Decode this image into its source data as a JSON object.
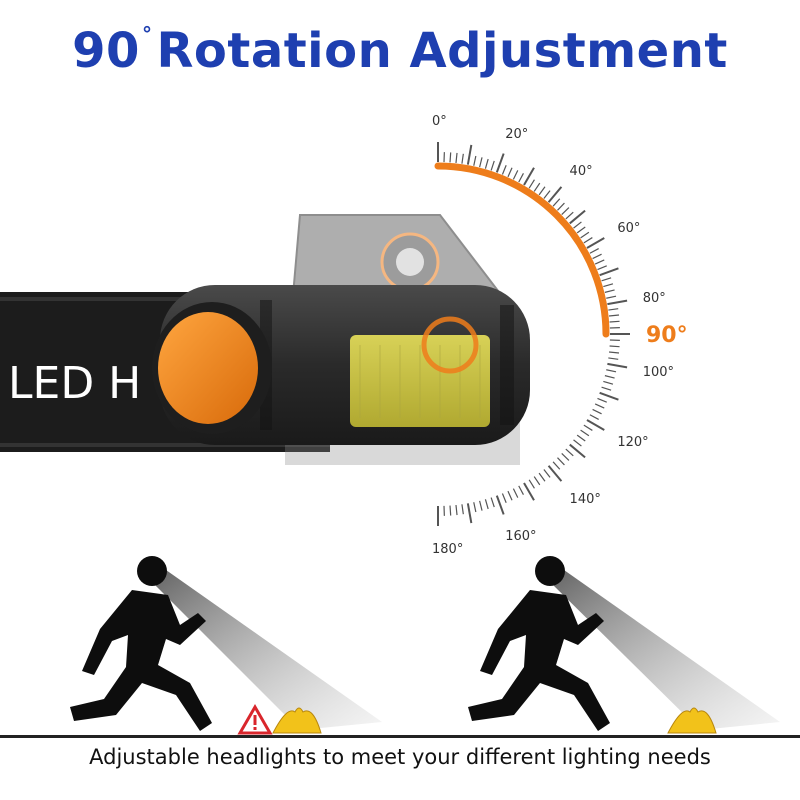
{
  "title": {
    "prefix": "90",
    "degree_mark": "°",
    "main": "Rotation Adjustment"
  },
  "dial": {
    "tick_labels": [
      "0°",
      "20°",
      "40°",
      "60°",
      "80°",
      "100°",
      "120°",
      "140°",
      "160°",
      "180°"
    ],
    "highlight_label": "90°",
    "highlight_angle_deg": 90
  },
  "strap": {
    "text_visible": "LED H"
  },
  "caption": "Adjustable headlights to meet your different lighting needs",
  "icons": [
    "warning-icon",
    "banana-peel-icon",
    "runner-icon",
    "light-beam-icon"
  ],
  "colors": {
    "title": "#1e3fb0",
    "accent_orange": "#ee7d1b",
    "cob_yellow": "#d9d34a",
    "body_dark": "#2d2d2d",
    "warning_red": "#d9262c",
    "banana_yellow": "#f2c21a"
  }
}
